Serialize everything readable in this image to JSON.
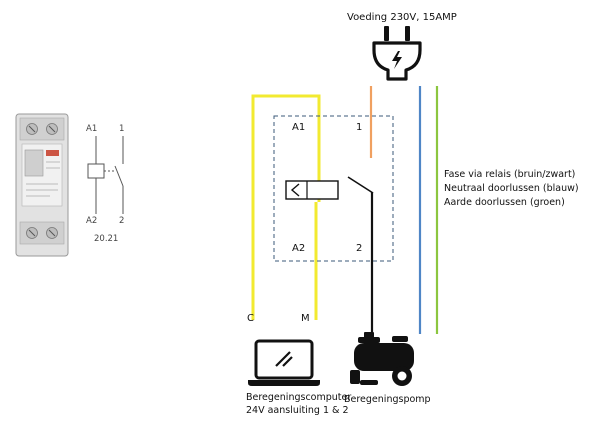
{
  "power_supply": {
    "label": "Voeding 230V, 15AMP",
    "icon": "plug-icon"
  },
  "relay_photo": {
    "terminal_labels": {
      "a1": "A1",
      "a2": "A2",
      "c1": "1",
      "c2": "2"
    },
    "model": "20.21"
  },
  "relay_box": {
    "a1": "A1",
    "a2": "A2",
    "t1": "1",
    "t2": "2"
  },
  "controller": {
    "c": "C",
    "m": "M",
    "label_line1": "Beregeningscomputer",
    "label_line2": "24V aansluiting 1 & 2",
    "icon": "laptop-icon"
  },
  "pump": {
    "label": "Beregeningspomp",
    "icon": "pump-icon"
  },
  "legend": [
    "Fase via relais (bruin/zwart)",
    "Neutraal doorlussen (blauw)",
    "Aarde doorlussen (groen)"
  ],
  "colors": {
    "control_wire": "#f2ea30",
    "phase_wire": "#f0a060",
    "neutral_wire": "#4f86c6",
    "earth_wire": "#8cc63f",
    "switched_wire": "#111111",
    "relay_box_border": "#3b5a7a"
  }
}
